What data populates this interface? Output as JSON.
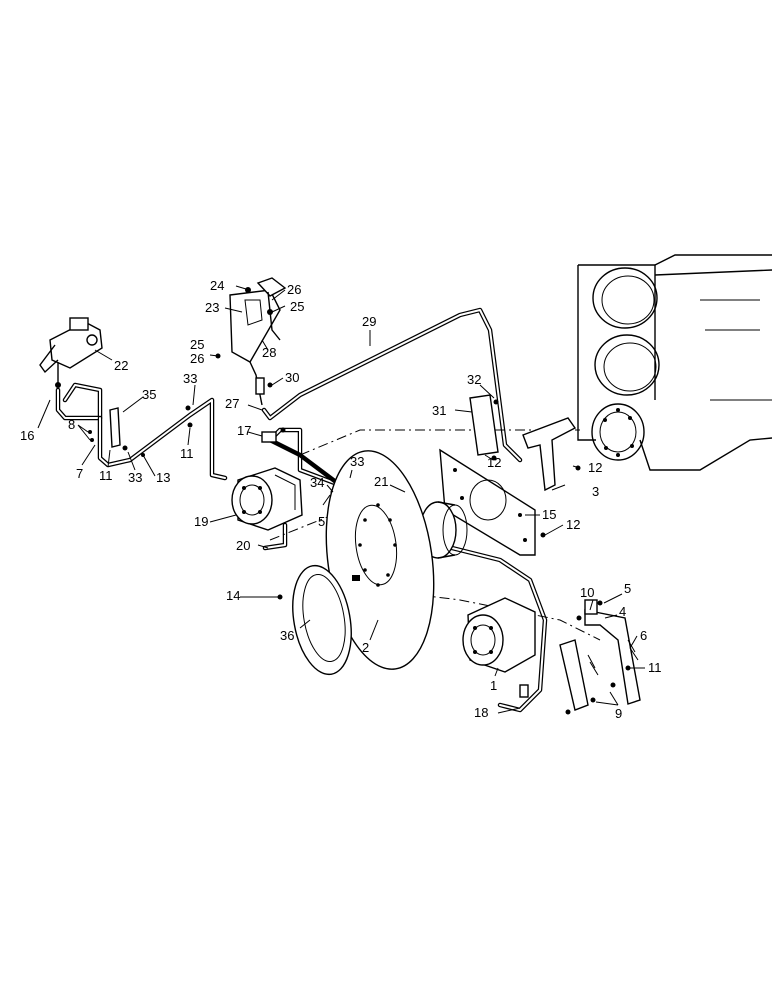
{
  "labels": [
    {
      "id": "l24",
      "text": "24"
    },
    {
      "id": "l26a",
      "text": "26"
    },
    {
      "id": "l25a",
      "text": "25"
    },
    {
      "id": "l23",
      "text": "23"
    },
    {
      "id": "l29",
      "text": "29"
    },
    {
      "id": "l25b",
      "text": "25"
    },
    {
      "id": "l26b",
      "text": "26"
    },
    {
      "id": "l28",
      "text": "28"
    },
    {
      "id": "l22",
      "text": "22"
    },
    {
      "id": "l33a",
      "text": "33"
    },
    {
      "id": "l30",
      "text": "30"
    },
    {
      "id": "l35",
      "text": "35"
    },
    {
      "id": "l32",
      "text": "32"
    },
    {
      "id": "l27",
      "text": "27"
    },
    {
      "id": "l31",
      "text": "31"
    },
    {
      "id": "l16",
      "text": "16"
    },
    {
      "id": "l8",
      "text": "8"
    },
    {
      "id": "l11a",
      "text": "11"
    },
    {
      "id": "l17",
      "text": "17"
    },
    {
      "id": "l12a",
      "text": "12"
    },
    {
      "id": "l7",
      "text": "7"
    },
    {
      "id": "l11b",
      "text": "11"
    },
    {
      "id": "l33b",
      "text": "33"
    },
    {
      "id": "l13",
      "text": "13"
    },
    {
      "id": "l33c",
      "text": "33"
    },
    {
      "id": "l12b",
      "text": "12"
    },
    {
      "id": "l34",
      "text": "34"
    },
    {
      "id": "l21",
      "text": "21"
    },
    {
      "id": "l3",
      "text": "3"
    },
    {
      "id": "l5a",
      "text": "5"
    },
    {
      "id": "l19",
      "text": "19"
    },
    {
      "id": "l15",
      "text": "15"
    },
    {
      "id": "l12c",
      "text": "12"
    },
    {
      "id": "l20",
      "text": "20"
    },
    {
      "id": "l14",
      "text": "14"
    },
    {
      "id": "l10",
      "text": "10"
    },
    {
      "id": "l5b",
      "text": "5"
    },
    {
      "id": "l4",
      "text": "4"
    },
    {
      "id": "l36",
      "text": "36"
    },
    {
      "id": "l6",
      "text": "6"
    },
    {
      "id": "l2",
      "text": "2"
    },
    {
      "id": "l11c",
      "text": "11"
    },
    {
      "id": "l1",
      "text": "1"
    },
    {
      "id": "l9",
      "text": "9"
    },
    {
      "id": "l18",
      "text": "18"
    }
  ]
}
